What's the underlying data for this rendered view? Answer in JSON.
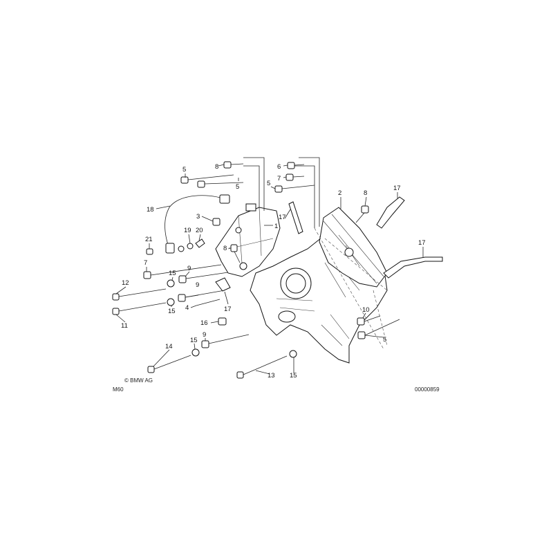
{
  "callouts": [
    {
      "id": "c5a",
      "text": "5"
    },
    {
      "id": "c8a",
      "text": "8"
    },
    {
      "id": "c5b",
      "text": "5"
    },
    {
      "id": "c6",
      "text": "6"
    },
    {
      "id": "c7a",
      "text": "7"
    },
    {
      "id": "c5c",
      "text": "5"
    },
    {
      "id": "c2",
      "text": "2"
    },
    {
      "id": "c8b",
      "text": "8"
    },
    {
      "id": "c17a",
      "text": "17"
    },
    {
      "id": "c18",
      "text": "18"
    },
    {
      "id": "c3",
      "text": "3"
    },
    {
      "id": "c1",
      "text": "1"
    },
    {
      "id": "c17b",
      "text": "17"
    },
    {
      "id": "c19",
      "text": "19"
    },
    {
      "id": "c20",
      "text": "20"
    },
    {
      "id": "c21",
      "text": "21"
    },
    {
      "id": "c8c",
      "text": "8"
    },
    {
      "id": "c17c",
      "text": "17"
    },
    {
      "id": "c7b",
      "text": "7"
    },
    {
      "id": "c9a",
      "text": "9"
    },
    {
      "id": "c15a",
      "text": "15"
    },
    {
      "id": "c12",
      "text": "12"
    },
    {
      "id": "c9b",
      "text": "9"
    },
    {
      "id": "c15b",
      "text": "15"
    },
    {
      "id": "c4",
      "text": "4"
    },
    {
      "id": "c17d",
      "text": "17"
    },
    {
      "id": "c11",
      "text": "11"
    },
    {
      "id": "c16",
      "text": "16"
    },
    {
      "id": "c10",
      "text": "10"
    },
    {
      "id": "c9c",
      "text": "9"
    },
    {
      "id": "c15c",
      "text": "15"
    },
    {
      "id": "c5d",
      "text": "5"
    },
    {
      "id": "c14",
      "text": "14"
    },
    {
      "id": "c13",
      "text": "13"
    },
    {
      "id": "c15d",
      "text": "15"
    }
  ],
  "footer": {
    "copyright": "© BMW AG",
    "model": "M60",
    "image_number": "00000859"
  }
}
